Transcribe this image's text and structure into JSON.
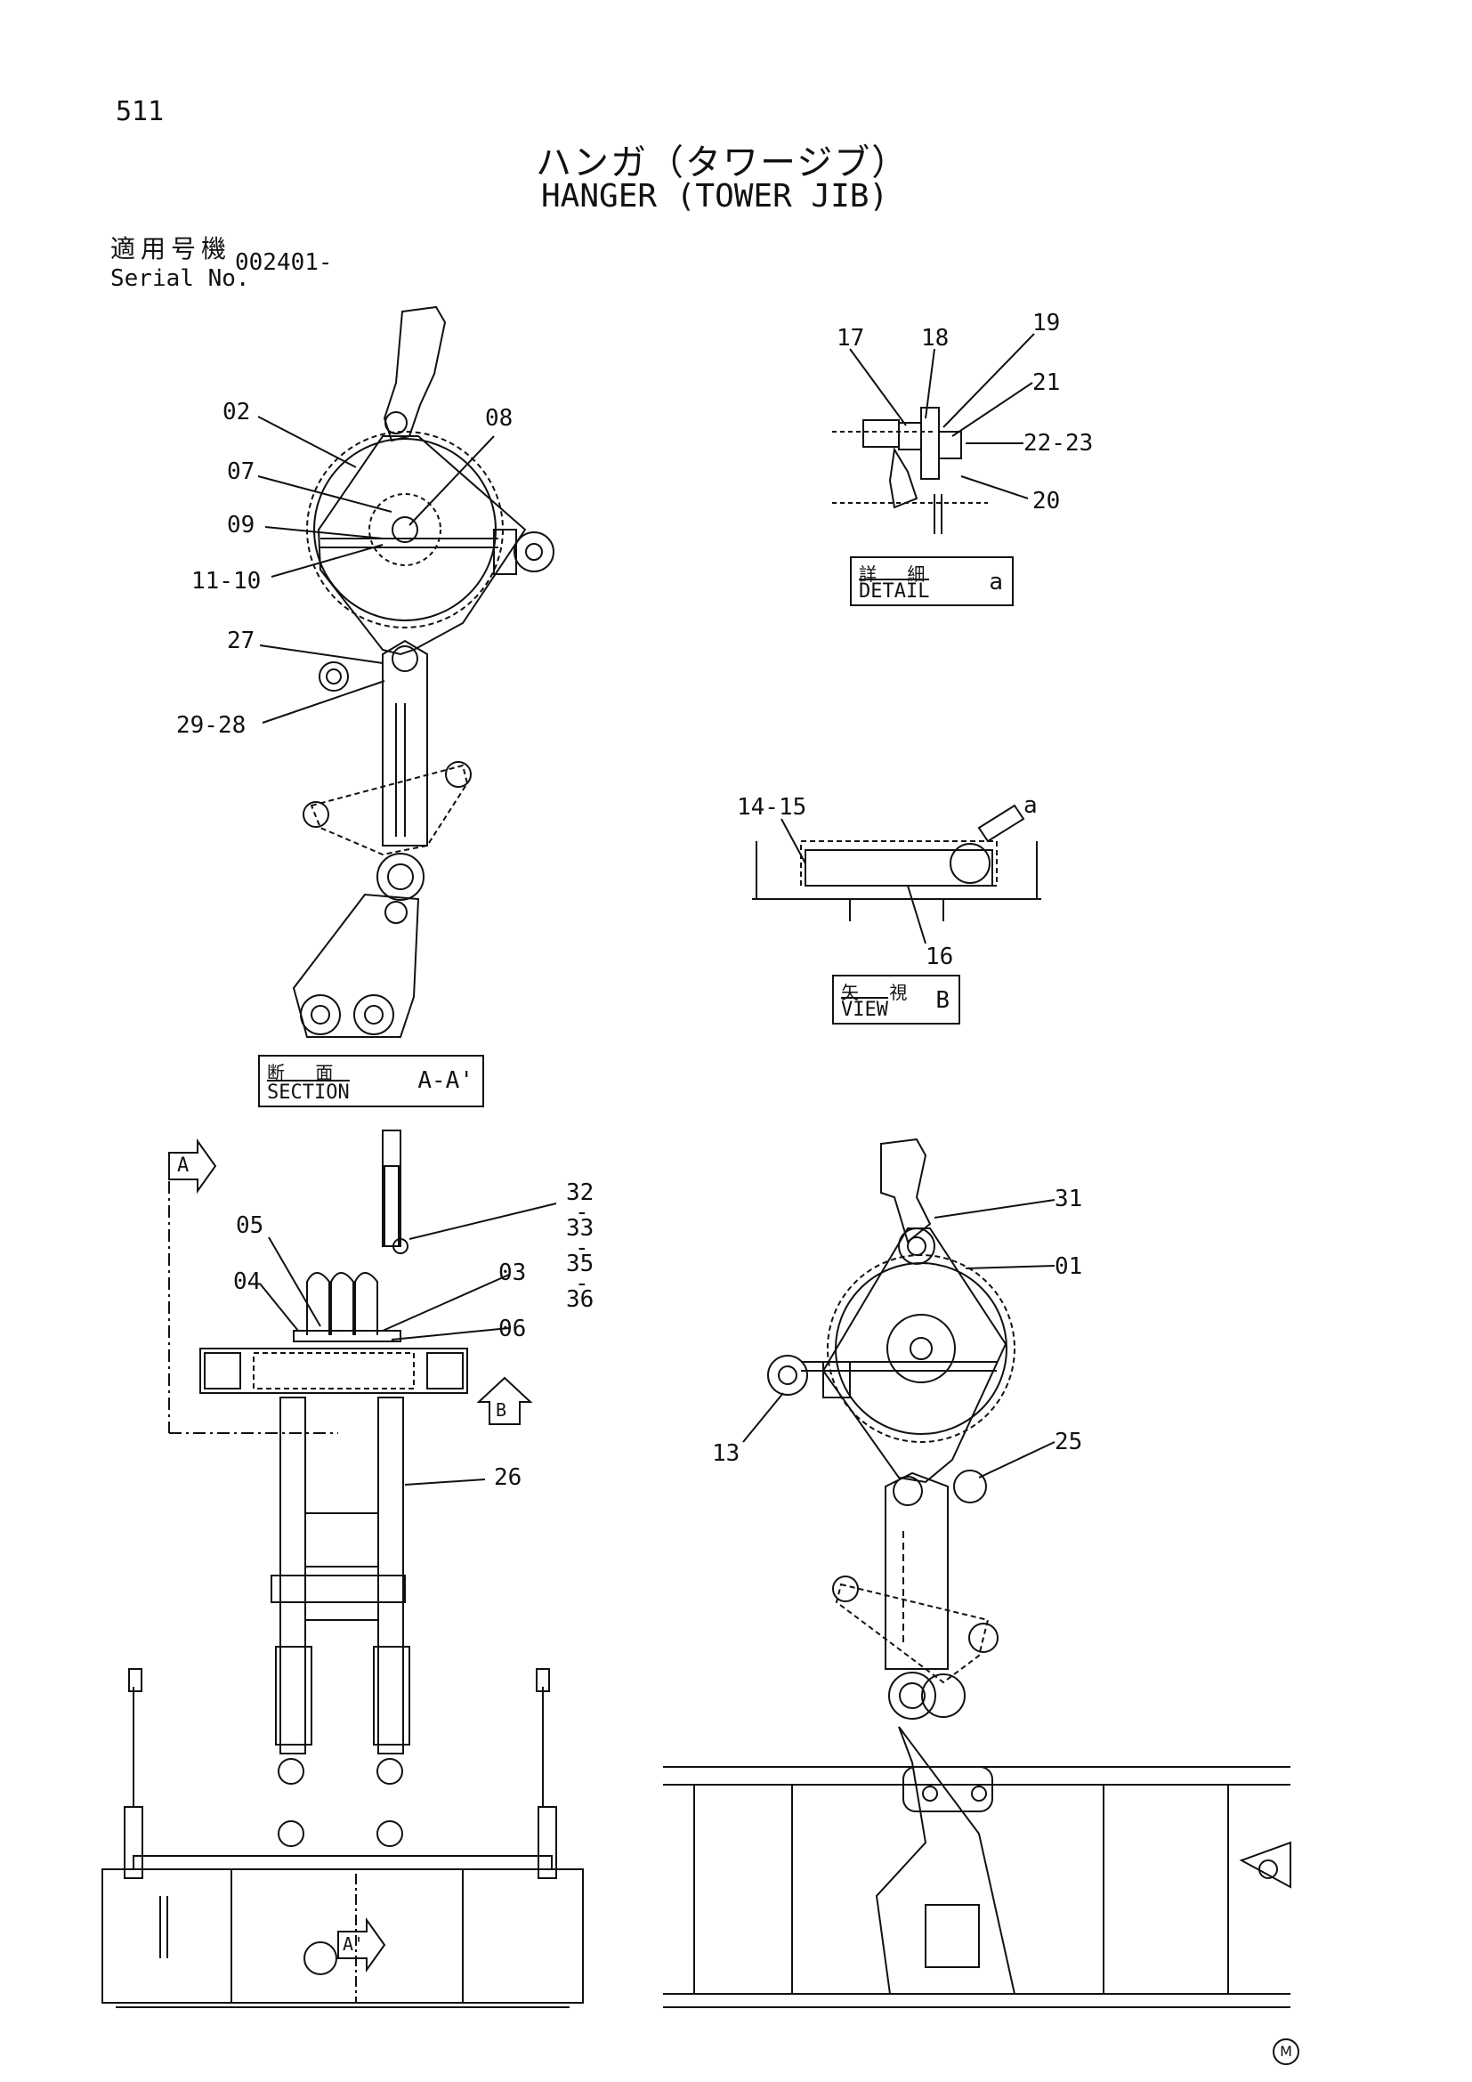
{
  "page_number": "511",
  "title": {
    "japanese": "ハンガ（タワージブ）",
    "english": "HANGER (TOWER JIB)"
  },
  "serial": {
    "label_jp": "適用号機",
    "label_en": "Serial No.",
    "value": "002401-"
  },
  "part_labels": {
    "p02": "02",
    "p07": "07",
    "p08": "08",
    "p09": "09",
    "p11_10": "11-10",
    "p27": "27",
    "p29_28": "29-28",
    "p17": "17",
    "p18": "18",
    "p19": "19",
    "p21": "21",
    "p22_23": "22-23",
    "p20": "20",
    "p14_15": "14-15",
    "p16": "16",
    "pa": "a",
    "p05": "05",
    "p04": "04",
    "p03": "03",
    "p06": "06",
    "p26": "26",
    "p32": "32",
    "p33": "33",
    "p35": "35",
    "p36": "36",
    "dash1": "-",
    "dash2": "-",
    "dash3": "-",
    "p31": "31",
    "p01": "01",
    "p13": "13",
    "p25": "25"
  },
  "callouts": {
    "section": {
      "jp": "断 面",
      "en": "SECTION",
      "code": "A-A'"
    },
    "detail": {
      "jp": "詳 細",
      "en": "DETAIL",
      "code": "a"
    },
    "view": {
      "jp": "矢 視",
      "en": "VIEW",
      "code": "B"
    }
  },
  "arrow_markers": {
    "a": "A",
    "b": "B",
    "a_prime": "A'"
  },
  "manufacturer_mark": "M"
}
